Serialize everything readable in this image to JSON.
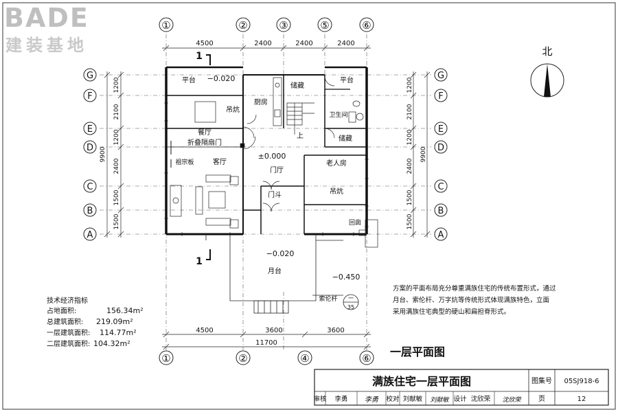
{
  "brand": {
    "word": "BADE",
    "sub": "建装基地"
  },
  "axes": {
    "top": [
      "①",
      "②",
      "③",
      "⑤",
      "⑥"
    ],
    "bottom": [
      "①",
      "②",
      "④",
      "⑥"
    ],
    "rows": [
      "G",
      "F",
      "E",
      "D",
      "C",
      "B",
      "A"
    ]
  },
  "dims": {
    "top": [
      "4500",
      "2400",
      "2400",
      "2400"
    ],
    "bottom": [
      "4500",
      "3600",
      "3600"
    ],
    "total_w": "11700",
    "side": [
      "1200",
      "2100",
      "1200",
      "2400",
      "1500",
      "1500"
    ],
    "total_h": "9900"
  },
  "rooms": {
    "platform_l": "平台",
    "level_top": "−0.020",
    "kitchen": "厨房",
    "storage_top": "储藏",
    "platform_r": "平台",
    "heated_bed_l": "吊炕",
    "toilet": "卫生间",
    "dining": "餐厅",
    "up": "上",
    "storage_mid": "储藏",
    "folding_door": "折叠隔扇门",
    "zongbian": "祖宗板",
    "living": "客厅",
    "level_main": "±0.000",
    "elder": "老人房",
    "hall": "门厅",
    "heated_bed_r": "吊炕",
    "vestibule": "门斗",
    "flue": "回囱",
    "level_terrace": "−0.020",
    "terrace": "月台",
    "level_ground": "−0.450",
    "pole": "索伦杆",
    "ref_top": "一",
    "ref_bottom": "35"
  },
  "section_mark": "1",
  "north": "北",
  "stats": {
    "title": "技术经济指标",
    "items": [
      {
        "label": "占地面积:",
        "value": "156.34m²"
      },
      {
        "label": "总建筑面积:",
        "value": "219.09m²"
      },
      {
        "label": "一层建筑面积:",
        "value": "114.77m²"
      },
      {
        "label": "二层建筑面积:",
        "value": "104.32m²"
      }
    ]
  },
  "description": [
    "方案的平面布局充分尊重满族住宅的传统布置形式，通过",
    "月台、索伦杆、万字炕等传统形式体现满族特色，立面",
    "采用满族住宅典型的硬山和扁担脊形式。"
  ],
  "plan_title": "一层平面图",
  "titleblock": {
    "title": "满族住宅一层平面图",
    "atlas_label": "图集号",
    "atlas_no": "05SJ918-6",
    "review_label": "审核",
    "reviewer": "李勇",
    "review_sig": "李勇",
    "check_label": "校对",
    "checker": "刘献敏",
    "check_sig": "刘献敏",
    "design_label": "设计",
    "designer": "沈欣荣",
    "design_sig": "沈欣荣",
    "page_label": "页",
    "page_no": "12"
  }
}
